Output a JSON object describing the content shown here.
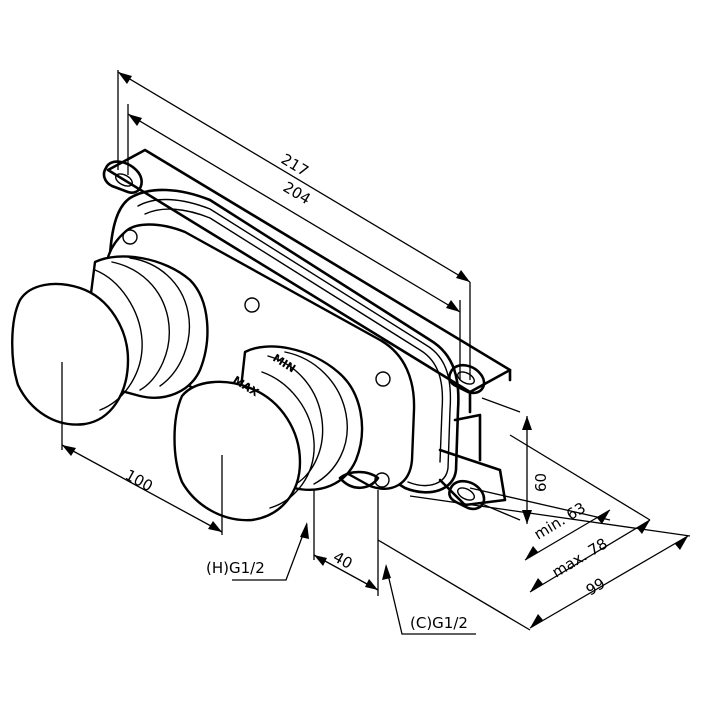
{
  "dimensions": {
    "overall_length": "217",
    "mount_length": "204",
    "height": "60",
    "depth_min": "min. 63",
    "depth_max": "max. 78",
    "depth_total": "99",
    "knob_spacing": "100",
    "outlet_offset": "40"
  },
  "connections": {
    "hot": "(H)G1/2",
    "cold": "(C)G1/2"
  },
  "knob_markings": {
    "max": "MAX",
    "min": "MIN"
  }
}
